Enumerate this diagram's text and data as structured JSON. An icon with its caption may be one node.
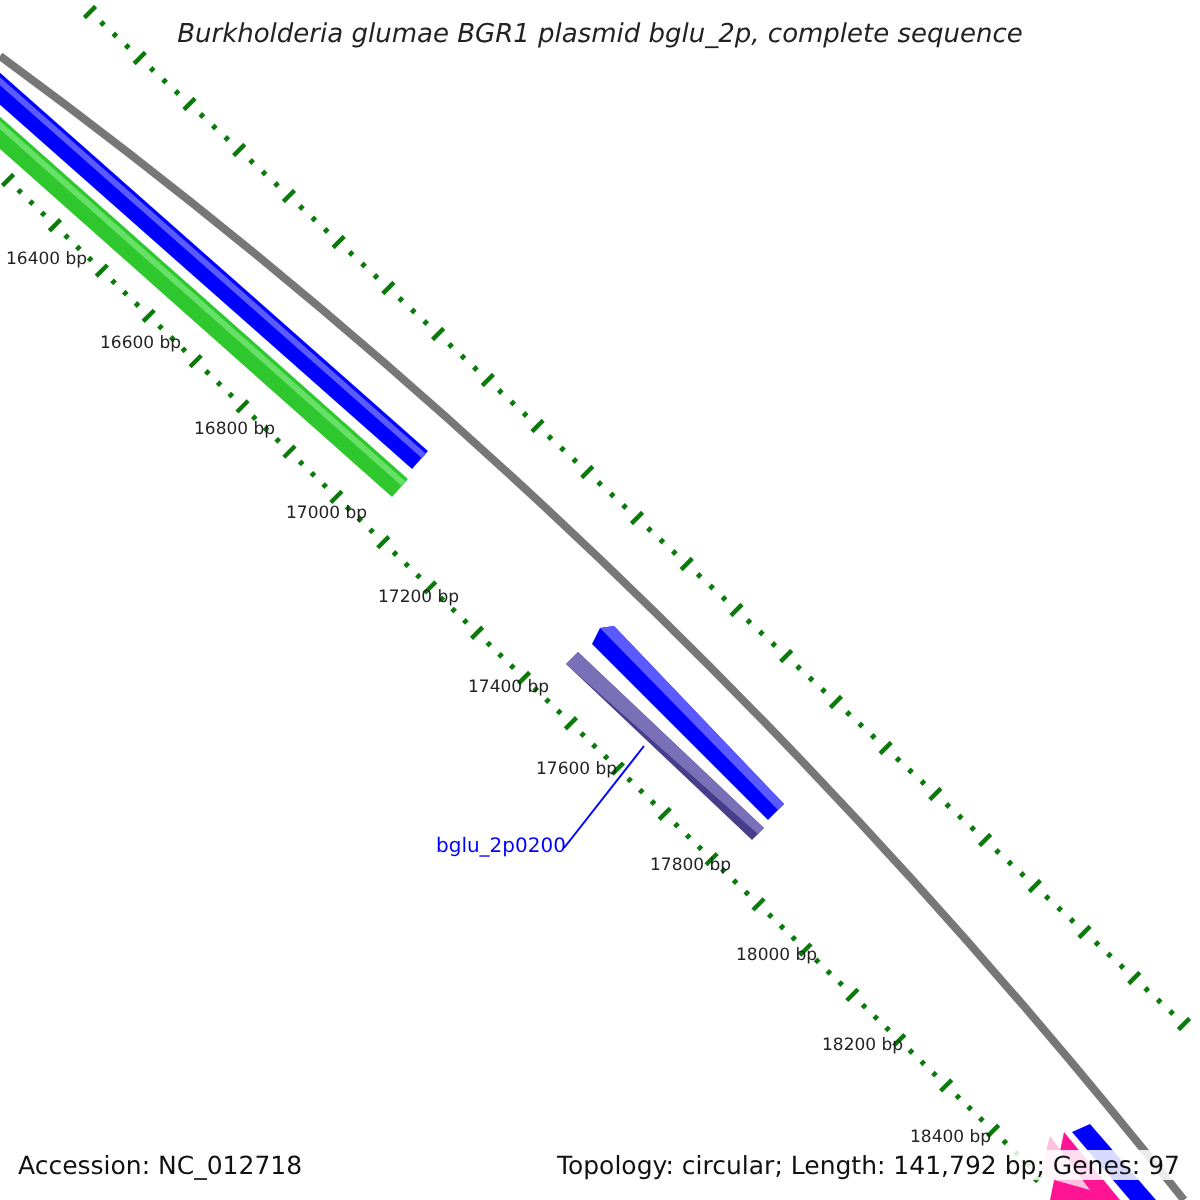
{
  "diagram": {
    "title": "Burkholderia glumae BGR1 plasmid bglu_2p, complete sequence",
    "nodes": [
      {
        "text": [
          "bglu_2p0200"
        ]
      },
      {
        "text": [],
        "shape": "bar"
      }
    ],
    "edges": [
      {
        "from": 0,
        "to": 1,
        "arrow": "none"
      }
    ],
    "labels": [
      "16400 bp",
      "16600 bp",
      "16800 bp",
      "17000 bp",
      "17200 bp",
      "17400 bp",
      "17600 bp",
      "17800 bp",
      "18000 bp",
      "18200 bp",
      "18400 bp",
      "Accession: NC_012718",
      "Topology: circular; Length: 141,792 bp; Genes: 97"
    ]
  }
}
